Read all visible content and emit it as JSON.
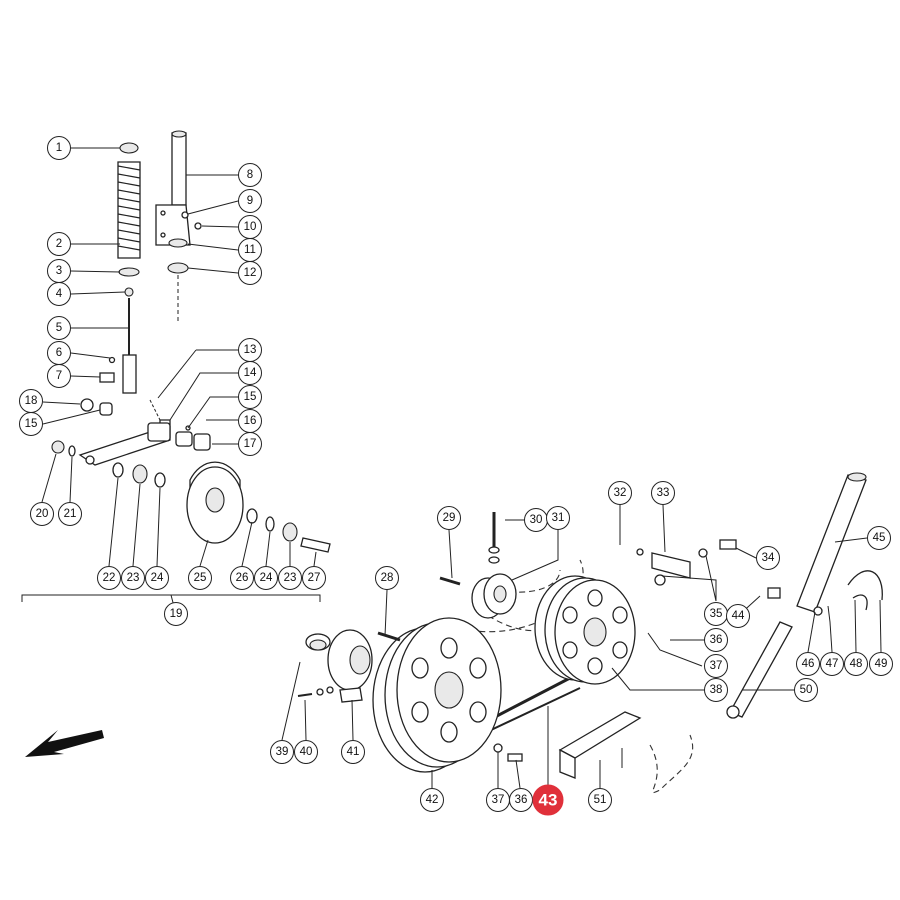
{
  "callouts": {
    "c1": "1",
    "c2": "2",
    "c3": "3",
    "c4": "4",
    "c5": "5",
    "c6": "6",
    "c7": "7",
    "c8": "8",
    "c9": "9",
    "c10": "10",
    "c11": "11",
    "c12": "12",
    "c13": "13",
    "c14": "14",
    "c15a": "15",
    "c15b": "15",
    "c16": "16",
    "c17": "17",
    "c18": "18",
    "c19": "19",
    "c20": "20",
    "c21": "21",
    "c22": "22",
    "c23a": "23",
    "c23b": "23",
    "c24a": "24",
    "c24b": "24",
    "c25": "25",
    "c26": "26",
    "c27": "27",
    "c28": "28",
    "c29": "29",
    "c30": "30",
    "c31": "31",
    "c32": "32",
    "c33": "33",
    "c34": "34",
    "c35": "35",
    "c36a": "36",
    "c36b": "36",
    "c37a": "37",
    "c37b": "37",
    "c38": "38",
    "c39": "39",
    "c40": "40",
    "c41": "41",
    "c42": "42",
    "c43": "43",
    "c44": "44",
    "c45": "45",
    "c46": "46",
    "c47": "47",
    "c48": "48",
    "c49": "49",
    "c50": "50",
    "c51": "51"
  },
  "highlighted_callout": "43",
  "colors": {
    "highlight": "#e0303a",
    "line": "#222222"
  }
}
